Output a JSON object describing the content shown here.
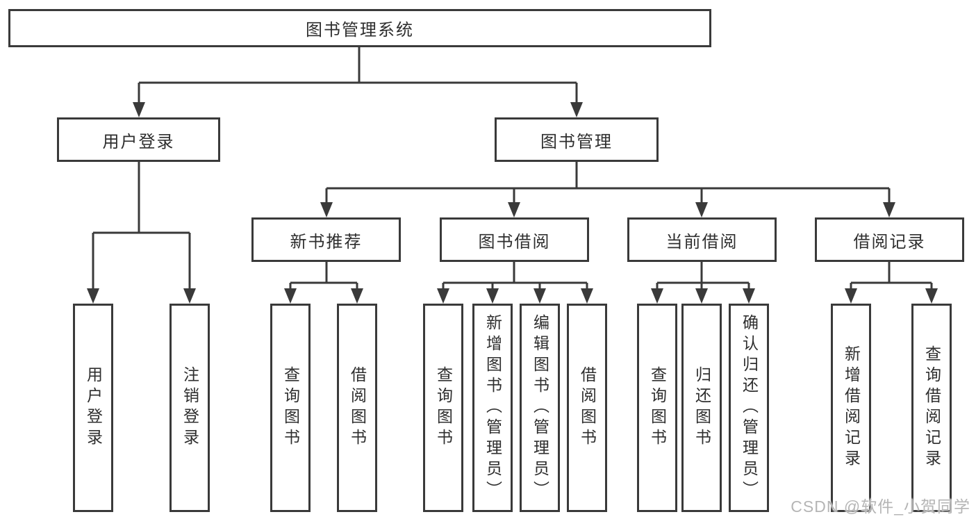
{
  "diagram": {
    "root": {
      "label": "图书管理系统",
      "children": [
        {
          "label": "用户登录",
          "children": [
            {
              "label": "用户登录"
            },
            {
              "label": "注销登录"
            }
          ]
        },
        {
          "label": "图书管理",
          "children": [
            {
              "label": "新书推荐",
              "children": [
                {
                  "label": "查询图书"
                },
                {
                  "label": "借阅图书"
                }
              ]
            },
            {
              "label": "图书借阅",
              "children": [
                {
                  "label": "查询图书"
                },
                {
                  "label": "新增图书（管理员）"
                },
                {
                  "label": "编辑图书（管理员）"
                },
                {
                  "label": "借阅图书"
                }
              ]
            },
            {
              "label": "当前借阅",
              "children": [
                {
                  "label": "查询图书"
                },
                {
                  "label": "归还图书"
                },
                {
                  "label": "确认归还（管理员）"
                }
              ]
            },
            {
              "label": "借阅记录",
              "children": [
                {
                  "label": "新增借阅记录"
                },
                {
                  "label": "查询借阅记录"
                }
              ]
            }
          ]
        }
      ]
    },
    "colors": {
      "line": "#3a3a3a",
      "text": "#2e2e2e",
      "watermark": "#b5b5b5"
    }
  },
  "watermark": {
    "text": "CSDN @软件_小贺同学"
  }
}
